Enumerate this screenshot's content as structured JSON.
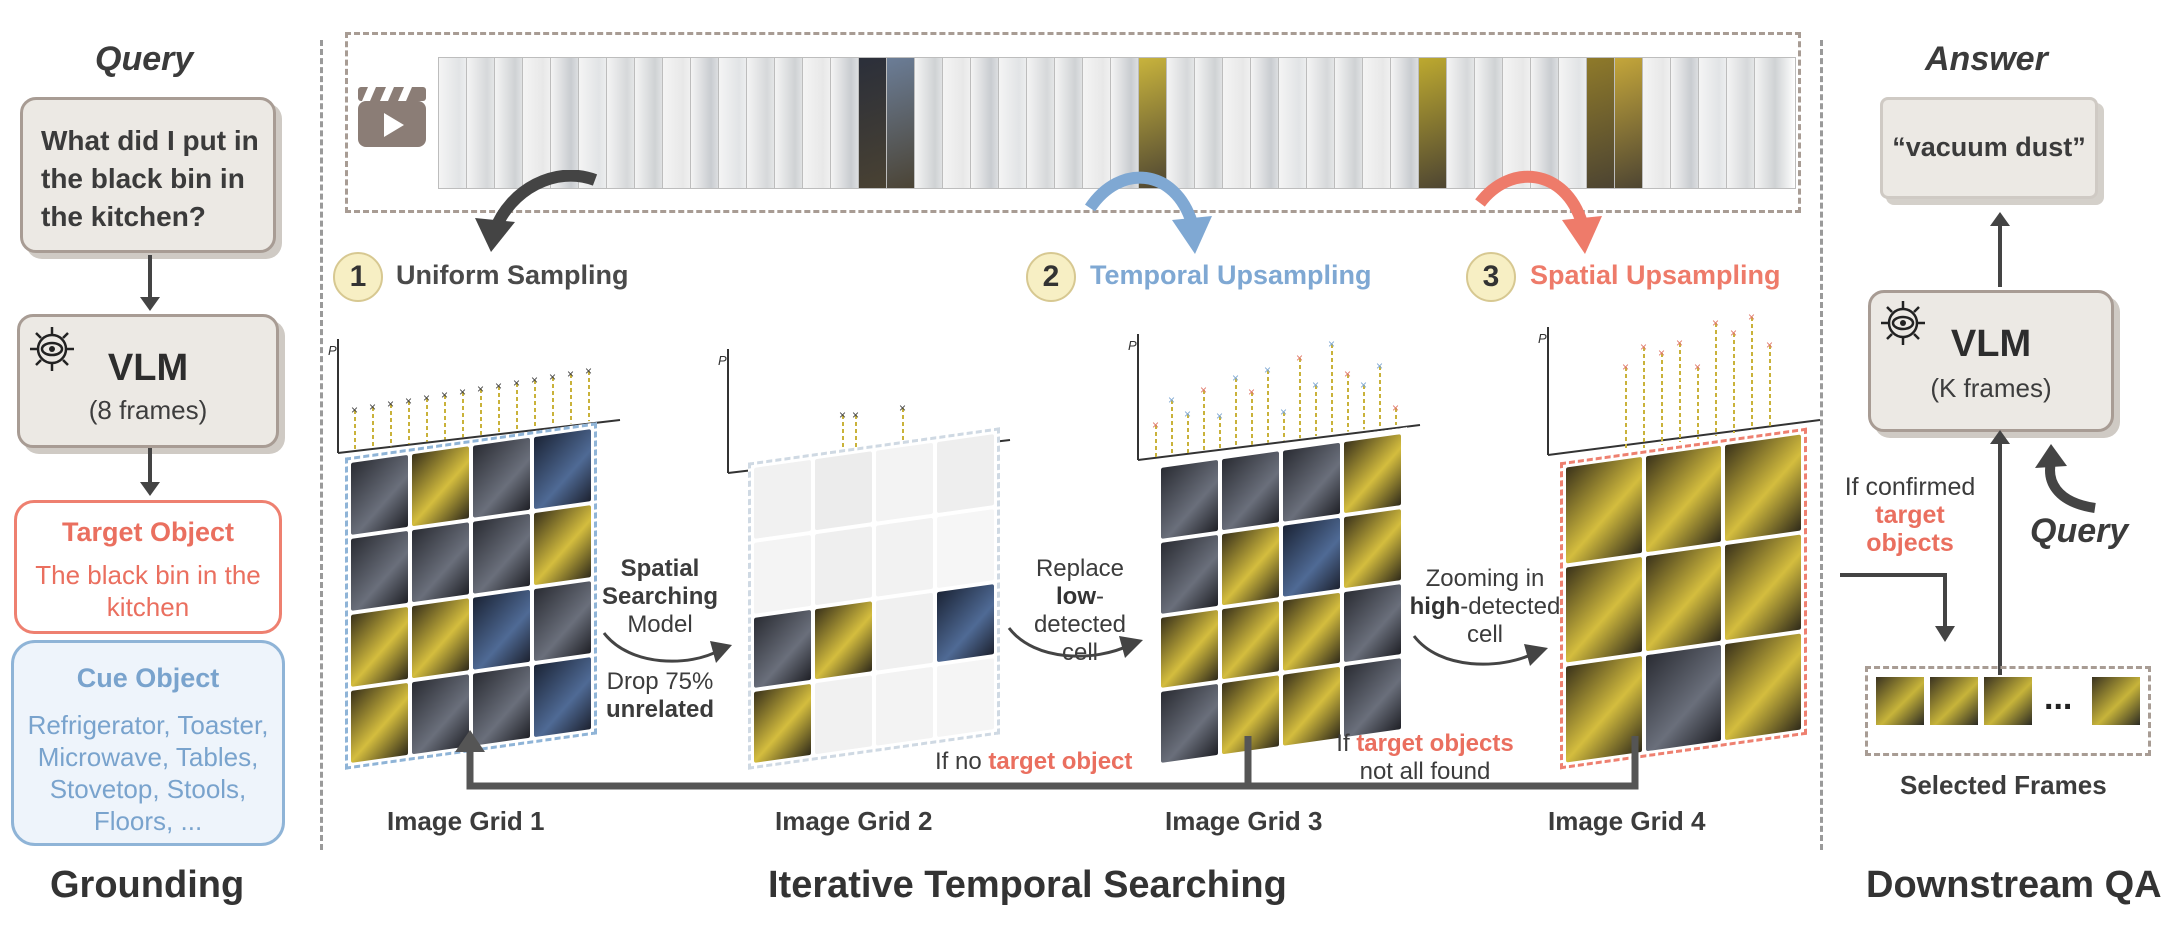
{
  "grounding": {
    "header": "Query",
    "query_text": "What did I put in the black bin in the kitchen?",
    "vlm_title": "VLM",
    "vlm_sub": "(8 frames)",
    "target_title": "Target Object",
    "target_body": "The black bin in the kitchen",
    "cue_title": "Cue Object",
    "cue_body": "Refrigerator, Toaster, Microwave, Tables, Stovetop, Stools, Floors, ...",
    "section_title": "Grounding"
  },
  "search": {
    "steps": [
      {
        "num": "1",
        "label": "Uniform Sampling",
        "color": "#4a4a4a"
      },
      {
        "num": "2",
        "label": "Temporal Upsampling",
        "color": "#7fa8d3"
      },
      {
        "num": "3",
        "label": "Spatial Upsampling",
        "color": "#ee7b6a"
      }
    ],
    "grid_labels": [
      "Image Grid 1",
      "Image Grid 2",
      "Image Grid 3",
      "Image Grid 4"
    ],
    "spatial_model": {
      "line1": "Spatial",
      "line2": "Searching",
      "line3": "Model",
      "line4": "Drop 75%",
      "line5": "unrelated"
    },
    "replace": {
      "line1": "Replace",
      "bold": "low",
      "rest": "-detected",
      "line3": "cell"
    },
    "zoom": {
      "line1": "Zooming in",
      "bold": "high",
      "rest": "-detected",
      "line3": "cell"
    },
    "if_no_prefix": "If no ",
    "if_no_red": "target object",
    "if_target_prefix": "If ",
    "if_target_red": "target objects",
    "if_target_suffix": "not all found",
    "axis_label": "P",
    "section_title": "Iterative Temporal Searching"
  },
  "qa": {
    "header": "Answer",
    "answer": "“vacuum dust”",
    "vlm_title": "VLM",
    "vlm_sub": "(K frames)",
    "confirm_line1": "If confirmed",
    "confirm_red1": "target",
    "confirm_red2": "objects",
    "query_label": "Query",
    "ellipsis": "...",
    "selected_label": "Selected Frames",
    "section_title": "Downstream QA"
  },
  "colors": {
    "red": "#ea6f5f",
    "blue": "#8fb4d7",
    "gold": "#c9b23a",
    "dark": "#3c3c3c"
  }
}
